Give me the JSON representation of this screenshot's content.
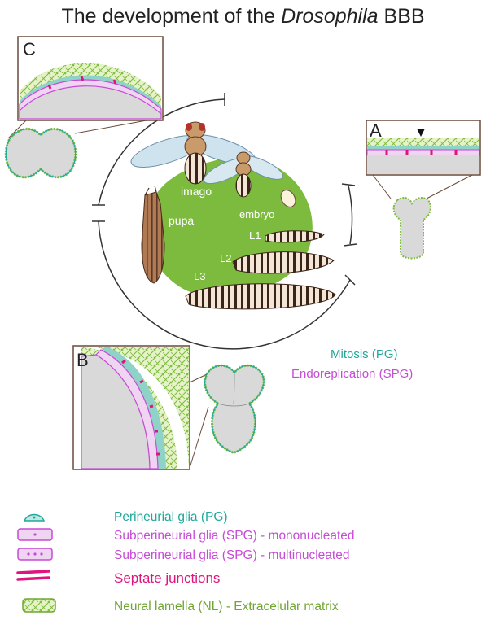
{
  "title": {
    "prefix": "The development of the ",
    "italic": "Drosophila",
    "suffix": " BBB"
  },
  "panels": {
    "a": "A",
    "b": "B",
    "c": "C"
  },
  "stages": {
    "imago": "imago",
    "embryo": "embryo",
    "pupa": "pupa",
    "l1": "L1",
    "l2": "L2",
    "l3": "L3"
  },
  "processes": {
    "mitosis": "Mitosis (PG)",
    "endoreplication": "Endoreplication (SPG)"
  },
  "legend": [
    {
      "key": "pg",
      "label": "Perineurial glia (PG)",
      "color": "#1fa89a"
    },
    {
      "key": "spg_mono",
      "label": "Subperineurial glia (SPG) - mononucleated",
      "color": "#c64bd6"
    },
    {
      "key": "spg_multi",
      "label": "Subperineurial glia (SPG) - multinucleated",
      "color": "#c64bd6"
    },
    {
      "key": "septate",
      "label": "Septate junctions",
      "color": "#e0147c"
    },
    {
      "key": "nl",
      "label": "Neural lamella (NL) - Extracelular matrix",
      "color": "#6fa532"
    }
  ],
  "colors": {
    "teal": "#1fa89a",
    "magenta": "#c64bd6",
    "pink": "#e0147c",
    "green": "#7dbb3f",
    "brain_gray": "#d9d9d9",
    "frame": "#6b4a3a"
  }
}
